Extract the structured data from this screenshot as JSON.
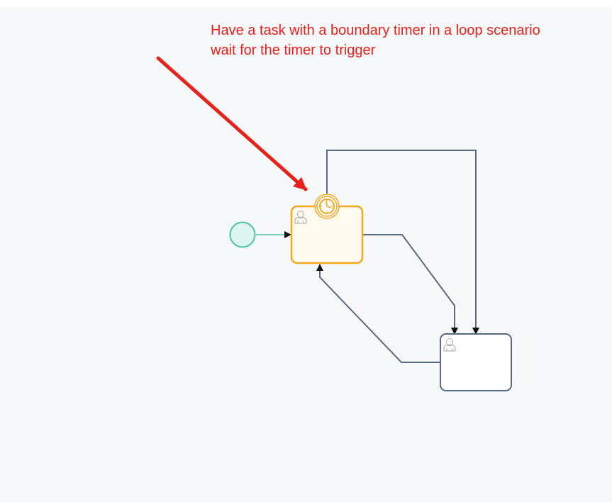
{
  "colors": {
    "canvas_background": "#f7f8fa",
    "annotation_text": "#e8221b",
    "annotation_arrow": "#e8221b",
    "start_event_stroke": "#4fc3a5",
    "start_event_fill": "#dcf5ee",
    "active_task_stroke": "#f4a81e",
    "active_task_fill": "#fffbf1",
    "timer_stroke": "#f4a81e",
    "task_stroke": "#5a6a80",
    "sequence_flow": "#5a6a80"
  },
  "annotation": {
    "line1": "Have a task with a boundary timer in a loop scenario",
    "line2": "wait for the timer to trigger"
  },
  "elements": {
    "start_event": {
      "type": "start-event"
    },
    "task_1": {
      "type": "user-task",
      "state": "active",
      "icon": "user-icon"
    },
    "boundary_timer": {
      "type": "timer-boundary-event",
      "attached_to": "task_1",
      "icon": "clock-icon"
    },
    "task_2": {
      "type": "user-task",
      "icon": "user-icon"
    }
  },
  "flows": [
    {
      "from": "start_event",
      "to": "task_1"
    },
    {
      "from": "task_1",
      "to": "task_2"
    },
    {
      "from": "boundary_timer",
      "to": "task_2"
    },
    {
      "from": "task_2",
      "to": "task_1"
    }
  ]
}
